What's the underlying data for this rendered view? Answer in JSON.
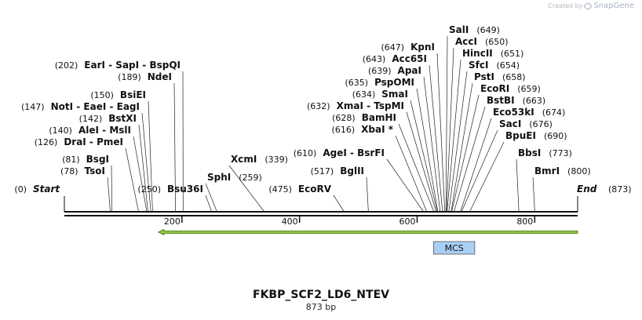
{
  "credit": {
    "text": "Created by",
    "brand": "SnapGene",
    "brand_color": "#9fb0c6"
  },
  "map": {
    "name": "FKBP_SCF2_LD6_NTEV",
    "length_label": "873 bp",
    "length": 873,
    "ticks": [
      {
        "pos": 200,
        "label": "200"
      },
      {
        "pos": 400,
        "label": "400"
      },
      {
        "pos": 600,
        "label": "600"
      },
      {
        "pos": 800,
        "label": "800"
      }
    ],
    "features": [
      {
        "name": "arrow",
        "from": 873,
        "to": 160,
        "direction": "reverse",
        "color": "#8fce3a"
      },
      {
        "name": "MCS",
        "label": "MCS",
        "from": 632,
        "to": 694,
        "color": "#a9cff5"
      }
    ],
    "sites": [
      {
        "pos": 0,
        "text": "Start",
        "num": "(0)",
        "italic": true
      },
      {
        "pos": 78,
        "text": "TsoI",
        "num": "(78)"
      },
      {
        "pos": 81,
        "text": "BsgI",
        "num": "(81)"
      },
      {
        "pos": 126,
        "text": "DraI  -  PmeI",
        "num": "(126)"
      },
      {
        "pos": 140,
        "text": "AleI  -  MslI",
        "num": "(140)"
      },
      {
        "pos": 142,
        "text": "BstXI",
        "num": "(142)"
      },
      {
        "pos": 147,
        "text": "NotI  -  EaeI  -  EagI",
        "num": "(147)"
      },
      {
        "pos": 150,
        "text": "BsiEI",
        "num": "(150)"
      },
      {
        "pos": 189,
        "text": "NdeI",
        "num": "(189)"
      },
      {
        "pos": 202,
        "text": "EarI  -  SapI  -  BspQI",
        "num": "(202)"
      },
      {
        "pos": 250,
        "text": "Bsu36I",
        "num": "(250)"
      },
      {
        "pos": 259,
        "text": "SphI",
        "num": "(259)"
      },
      {
        "pos": 339,
        "text": "XcmI",
        "num": "(339)"
      },
      {
        "pos": 475,
        "text": "EcoRV",
        "num": "(475)"
      },
      {
        "pos": 517,
        "text": "BglII",
        "num": "(517)"
      },
      {
        "pos": 610,
        "text": "AgeI  -  BsrFI",
        "num": "(610)"
      },
      {
        "pos": 616,
        "text": "XbaI *",
        "num": "(616)"
      },
      {
        "pos": 628,
        "text": "BamHI",
        "num": "(628)"
      },
      {
        "pos": 632,
        "text": "XmaI  -  TspMI",
        "num": "(632)"
      },
      {
        "pos": 634,
        "text": "SmaI",
        "num": "(634)"
      },
      {
        "pos": 635,
        "text": "PspOMI",
        "num": "(635)"
      },
      {
        "pos": 639,
        "text": "ApaI",
        "num": "(639)"
      },
      {
        "pos": 643,
        "text": "Acc65I",
        "num": "(643)"
      },
      {
        "pos": 647,
        "text": "KpnI",
        "num": "(647)"
      },
      {
        "pos": 649,
        "text": "SalI",
        "num": "(649)"
      },
      {
        "pos": 650,
        "text": "AccI",
        "num": "(650)"
      },
      {
        "pos": 651,
        "text": "HincII",
        "num": "(651)"
      },
      {
        "pos": 654,
        "text": "SfcI",
        "num": "(654)"
      },
      {
        "pos": 658,
        "text": "PstI",
        "num": "(658)"
      },
      {
        "pos": 659,
        "text": "EcoRI",
        "num": "(659)"
      },
      {
        "pos": 663,
        "text": "BstBI",
        "num": "(663)"
      },
      {
        "pos": 674,
        "text": "Eco53kI",
        "num": "(674)"
      },
      {
        "pos": 676,
        "text": "SacI",
        "num": "(676)"
      },
      {
        "pos": 690,
        "text": "BpuEI",
        "num": "(690)"
      },
      {
        "pos": 773,
        "text": "BbsI",
        "num": "(773)"
      },
      {
        "pos": 800,
        "text": "BmrI",
        "num": "(800)"
      },
      {
        "pos": 873,
        "text": "End",
        "num": "(873)",
        "italic": true
      }
    ]
  }
}
